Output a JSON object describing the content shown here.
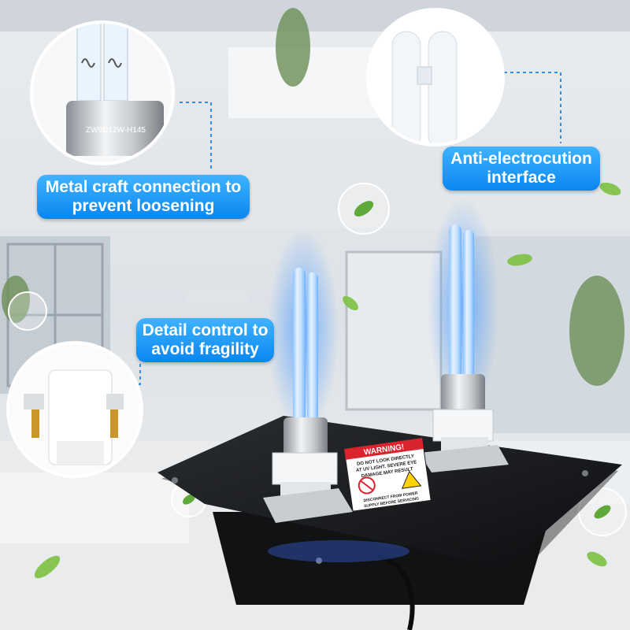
{
  "callouts": {
    "metal": {
      "line1": "Metal craft connection to",
      "line2": "prevent loosening"
    },
    "anti": {
      "line1": "Anti-electrocution",
      "line2": "interface"
    },
    "detail": {
      "line1": "Detail control to",
      "line2": "avoid fragility"
    }
  },
  "lamp_model": "ZW9D12W-H145",
  "warning_label": {
    "title": "WARNING!",
    "line1": "DO NOT LOOK DIRECTLY",
    "line2": "AT UV LIGHT. SEVERE EYE",
    "line3": "DAMAGE MAY RESULT",
    "line4": "DISCONNECT FROM POWER",
    "line5": "SUPPLY BEFORE SERVICING"
  },
  "colors": {
    "accent": "#0a86f0",
    "uv_glow": "#5aa8ff",
    "warning_red": "#d9232d",
    "base": "#151515"
  }
}
